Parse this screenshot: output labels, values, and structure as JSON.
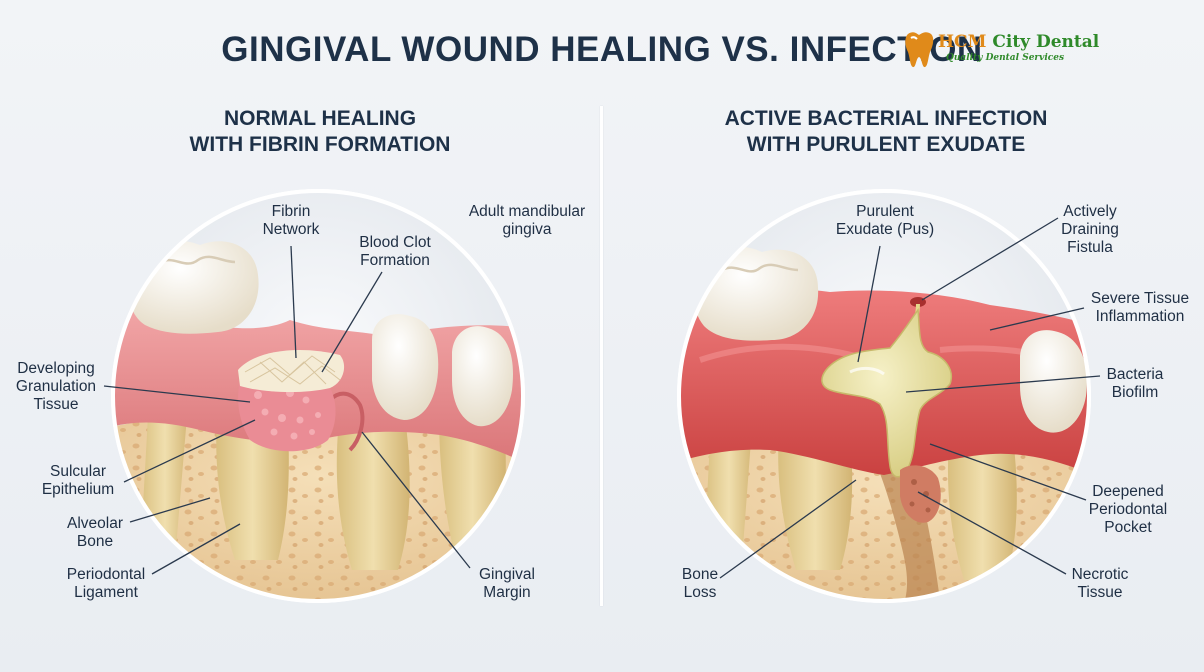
{
  "title": "GINGIVAL WOUND HEALING VS. INFECTION",
  "logo": {
    "name_part1": "HCM",
    "name_part2": " City Dental",
    "tagline": "Quality Dental Services"
  },
  "left_panel": {
    "subtitle": [
      "NORMAL HEALING",
      "WITH FIBRIN FORMATION"
    ],
    "labels": {
      "fibrin_network": [
        "Fibrin",
        "Network"
      ],
      "blood_clot": [
        "Blood Clot",
        "Formation"
      ],
      "adult_gingiva": [
        "Adult mandibular",
        "gingiva"
      ],
      "granulation": [
        "Developing",
        "Granulation",
        "Tissue"
      ],
      "sulcular": [
        "Sulcular",
        "Epithelium"
      ],
      "alveolar": [
        "Alveolar",
        "Bone"
      ],
      "periodontal_ligament": [
        "Periodontal",
        "Ligament"
      ],
      "gingival_margin": [
        "Gingival",
        "Margin"
      ]
    }
  },
  "right_panel": {
    "subtitle": [
      "ACTIVE BACTERIAL INFECTION",
      "WITH PURULENT EXUDATE"
    ],
    "labels": {
      "purulent": [
        "Purulent",
        "Exudate (Pus)"
      ],
      "fistula": [
        "Actively",
        "Draining",
        "Fistula"
      ],
      "inflammation": [
        "Severe Tissue",
        "Inflammation"
      ],
      "biofilm": [
        "Bacteria",
        "Biofilm"
      ],
      "pocket": [
        "Deepened",
        "Periodontal",
        "Pocket"
      ],
      "bone_loss": [
        "Bone",
        "Loss"
      ],
      "necrotic": [
        "Necrotic",
        "Tissue"
      ]
    }
  },
  "colors": {
    "title": "#1e3148",
    "gum": "#e58d8f",
    "inflamed_gum": "#dd5a5c",
    "bone": "#f0d5a8",
    "tooth": "#f7f3ea",
    "pus": "#e9e2a6",
    "logo_green": "#2f8a2a",
    "logo_orange": "#e08a1a"
  }
}
